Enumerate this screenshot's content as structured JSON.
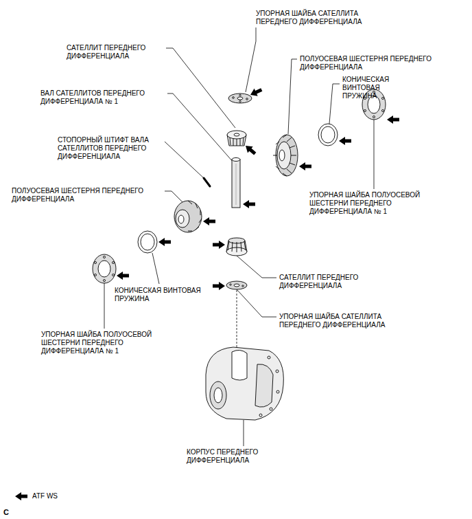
{
  "diagram": {
    "labels": [
      "УПОРНАЯ ШАЙБА САТЕЛЛИТА ПЕРЕДНЕГО ДИФФЕРЕНЦИАЛА",
      "САТЕЛЛИТ ПЕРЕДНЕГО ДИФФЕРЕНЦИАЛА",
      "ПОЛУОСЕВАЯ ШЕСТЕРНЯ ПЕРЕДНЕГО ДИФФЕРЕНЦИАЛА",
      "ВАЛ САТЕЛЛИТОВ ПЕРЕДНЕГО ДИФФЕРЕНЦИАЛА № 1",
      "КОНИЧЕСКАЯ ВИНТОВАЯ ПРУЖИНА",
      "СТОПОРНЫЙ ШТИФТ ВАЛА САТЕЛЛИТОВ ПЕРЕДНЕГО ДИФФЕРЕНЦИАЛА",
      "ПОЛУОСЕВАЯ ШЕСТЕРНЯ ПЕРЕДНЕГО ДИФФЕРЕНЦИАЛА",
      "УПОРНАЯ ШАЙБА ПОЛУОСЕВОЙ ШЕСТЕРНИ ПЕРЕДНЕГО ДИФФЕРЕНЦИАЛА № 1",
      "САТЕЛЛИТ ПЕРЕДНЕГО ДИФФЕРЕНЦИАЛА",
      "КОНИЧЕСКАЯ ВИНТОВАЯ ПРУЖИНА",
      "УПОРНАЯ ШАЙБА САТЕЛЛИТА ПЕРЕДНЕГО ДИФФЕРЕНЦИАЛА",
      "УПОРНАЯ ШАЙБА ПОЛУОСЕВОЙ ШЕСТЕРНИ ПЕРЕДНЕГО ДИФФЕРЕНЦИАЛА № 1",
      "КОРПУС ПЕРЕДНЕГО ДИФФЕРЕНЦИАЛА",
      "C"
    ],
    "legend": [
      {
        "text": "ATF WS"
      }
    ]
  }
}
